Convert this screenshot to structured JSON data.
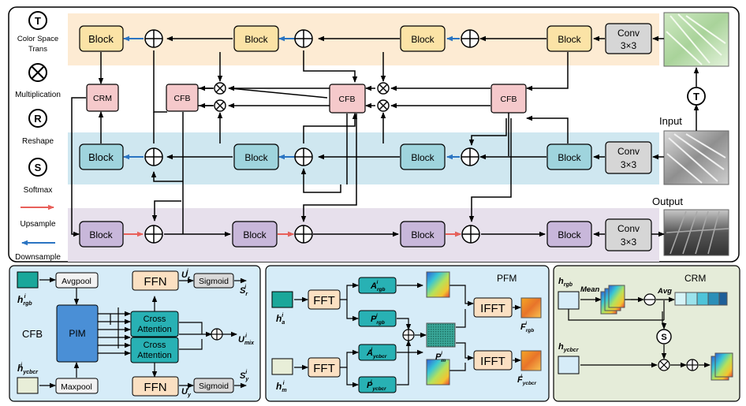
{
  "legend": {
    "transform_symbol": "T",
    "transform_label_1": "Color Space",
    "transform_label_2": "Trans",
    "multiplication_label": "Multiplication",
    "reshape_symbol": "R",
    "reshape_label": "Reshape",
    "softmax_symbol": "S",
    "softmax_label": "Softmax",
    "upsample_label": "Upsample",
    "downsample_label": "Downsample"
  },
  "main": {
    "block_label": "Block",
    "crm_label": "CRM",
    "cfb_label": "CFB",
    "conv_label_1": "Conv",
    "conv_label_2": "3×3",
    "input_label": "Input",
    "output_label": "Output",
    "transform_symbol": "T"
  },
  "cfb_panel": {
    "title": "CFB",
    "avgpool": "Avgpool",
    "maxpool": "Maxpool",
    "pim": "PIM",
    "cross_attention_1": "Cross",
    "cross_attention_2": "Attention",
    "ffn": "FFN",
    "sigmoid": "Sigmoid",
    "h_rgb": "h",
    "h_ycbcr": "h",
    "sub_rgb": "rgb",
    "sub_ycbcr": "ycbcr",
    "sup_i": "i",
    "u_r": "U",
    "u_y": "U",
    "u_mix": "U",
    "s_r": "S",
    "s_y": "S",
    "sub_r": "r",
    "sub_y": "y",
    "sub_mix": "mix"
  },
  "pfm_panel": {
    "title": "PFM",
    "fft": "FFT",
    "ifft": "IFFT",
    "h_a": "h",
    "h_m": "h",
    "sub_a": "a",
    "sub_m": "m",
    "a_sym": "A",
    "p_sym": "P",
    "f_sym": "F",
    "sub_rgb": "rgb",
    "sub_ycbcr": "ycbcr",
    "sup_i": "i"
  },
  "crm_panel": {
    "title": "CRM",
    "h_rgb": "h",
    "h_ycbcr": "h",
    "sub_rgb": "rgb",
    "sub_ycbcr": "ycbcr",
    "mean": "Mean",
    "avg": "Avg",
    "softmax_symbol": "S"
  },
  "colors": {
    "block_yellow": "#fbe3a6",
    "block_blue": "#9fd4dd",
    "block_purple": "#c8b7da",
    "crm_pink": "#f5c9cb",
    "conv_gray": "#d6d6d6",
    "band_orange": "#fdebd3",
    "band_blue": "#cfe7f0",
    "band_purple": "#e7e0ec",
    "upsample_red": "#e8605a",
    "downsample_blue": "#2a74c2",
    "panel_blue": "#d6ecf8",
    "panel_green": "#e5ecd9"
  }
}
